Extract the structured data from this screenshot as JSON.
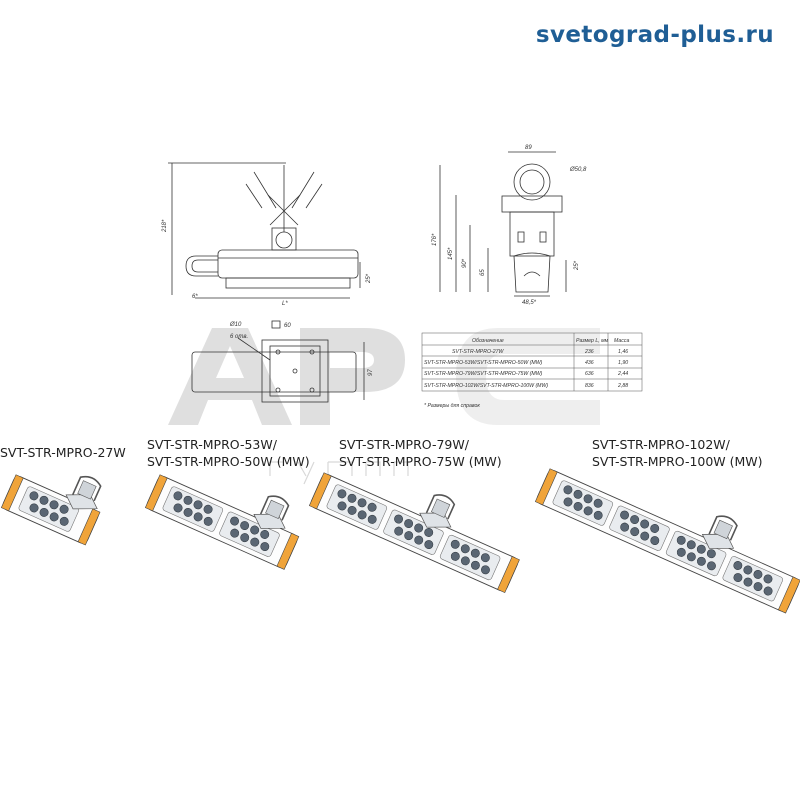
{
  "header": {
    "site": "svetograd-plus.ru"
  },
  "watermark": {
    "text": "АРС",
    "sub": "ГРУПП",
    "color": "#d9d9d9"
  },
  "drawing": {
    "front_dims": {
      "height": "218*",
      "offset_left": "6*",
      "length": "L*",
      "base": "25*"
    },
    "side_dims": {
      "width": "89",
      "diameter": "Ø50,8",
      "h1": "176*",
      "h2": "145*",
      "h3": "90*",
      "h4": "65",
      "base": "25*",
      "bottom": "48,5*"
    },
    "bracket_dims": {
      "hole": "Ø10",
      "holes_label": "6 отв.",
      "square": "60",
      "height": "97"
    },
    "table": {
      "headers": [
        "Обозначение",
        "Размер L, мм",
        "Масса"
      ],
      "rows": [
        [
          "SVT-STR-MPRO-27W",
          "236",
          "1,46"
        ],
        [
          "SVT-STR-MPRO-53W/SVT-STR-MPRO-50W (MW)",
          "436",
          "1,90"
        ],
        [
          "SVT-STR-MPRO-79W/SVT-STR-MPRO-75W (MW)",
          "636",
          "2,44"
        ],
        [
          "SVT-STR-MPRO-102W/SVT-STR-MPRO-100W (MW)",
          "836",
          "2,88"
        ]
      ],
      "footnote": "* Размеры для справок"
    }
  },
  "products": [
    {
      "line1": "SVT-STR-MPRO-27W",
      "line2": ""
    },
    {
      "line1": "SVT-STR-MPRO-53W/",
      "line2": "SVT-STR-MPRO-50W (MW)"
    },
    {
      "line1": "SVT-STR-MPRO-79W/",
      "line2": "SVT-STR-MPRO-75W (MW)"
    },
    {
      "line1": "SVT-STR-MPRO-102W/",
      "line2": "SVT-STR-MPRO-100W (MW)"
    }
  ],
  "colors": {
    "brand": "#1f5e95",
    "body": "#ffffff",
    "outline": "#333333",
    "accent": "#f0a43a"
  }
}
